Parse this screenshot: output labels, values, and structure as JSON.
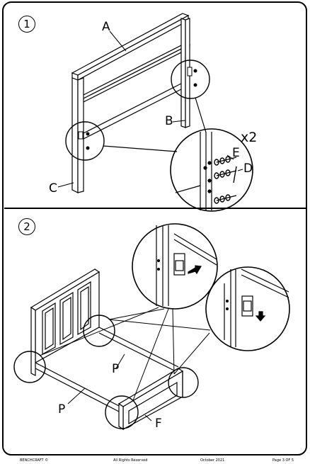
{
  "steps": {
    "one": "1",
    "two": "2"
  },
  "labels": {
    "A": "A",
    "B": "B",
    "C": "C",
    "D": "D",
    "E": "E",
    "F": "F",
    "P1": "P",
    "P2": "P",
    "multiplier": "x2"
  },
  "footer": {
    "brand": "BENCHCRAFT ©",
    "rights": "All Rights Reserved",
    "date": "October 2021",
    "page": "Page 3 OF 5"
  }
}
